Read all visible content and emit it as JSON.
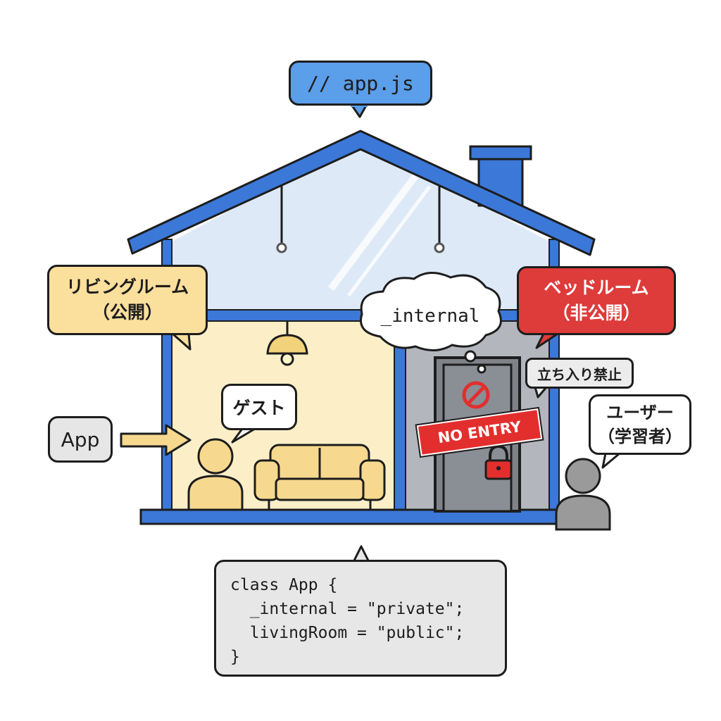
{
  "file_label": "// app.js",
  "living_room": {
    "title": "リビングルーム",
    "subtitle": "（公開）"
  },
  "bedroom": {
    "title": "ベッドルーム",
    "subtitle": "（非公開）"
  },
  "thought_label": "_internal",
  "guest_label": "ゲスト",
  "app_label": "App",
  "no_entry_label": "立ち入り禁止",
  "no_entry_sign": "NO ENTRY",
  "user": {
    "title": "ユーザー",
    "subtitle": "（学習者）"
  },
  "code": {
    "lines": [
      "class App {",
      "  _internal = \"private\";",
      "  livingRoom = \"public\";",
      "}"
    ]
  },
  "colors": {
    "house_outline": "#3b78d8",
    "public_room": "#fcefc8",
    "private_room": "#b3b6bd",
    "roof_glass": "#dde9f7",
    "danger": "#e32e2e",
    "guest_figure": "#f6d98f",
    "user_figure": "#9a9a9a"
  },
  "icons": [
    "ceiling-lamp-icon",
    "sofa-icon",
    "arrow-right-icon",
    "no-entry-icon",
    "padlock-icon",
    "person-icon"
  ]
}
